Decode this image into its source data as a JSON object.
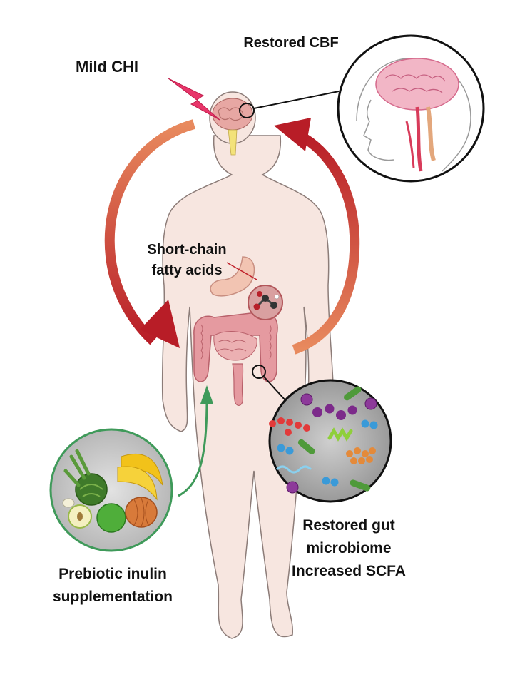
{
  "labels": {
    "injury": "Mild CHI",
    "cbf": "Restored CBF",
    "scfa_line1": "Short-chain",
    "scfa_line2": "fatty acids",
    "microbiome_line1": "Restored gut",
    "microbiome_line2": "microbiome",
    "microbiome_line3": "Increased SCFA",
    "prebiotic_line1": "Prebiotic inulin",
    "prebiotic_line2": "supplementation"
  },
  "colors": {
    "arrow_red": "#c0202a",
    "arrow_orange": "#e07a50",
    "green_arrow": "#3f9a5a",
    "lightning": "#e8356a",
    "body_fill": "#f7e6e0",
    "intestine": "#e59aa0"
  },
  "icons": {
    "injury": "lightning-bolt-icon",
    "brain": "brain-icon",
    "stomach": "stomach-icon",
    "molecule": "molecule-icon",
    "bacteria": "bacteria-icon",
    "food": "fruit-vegetable-icon"
  }
}
